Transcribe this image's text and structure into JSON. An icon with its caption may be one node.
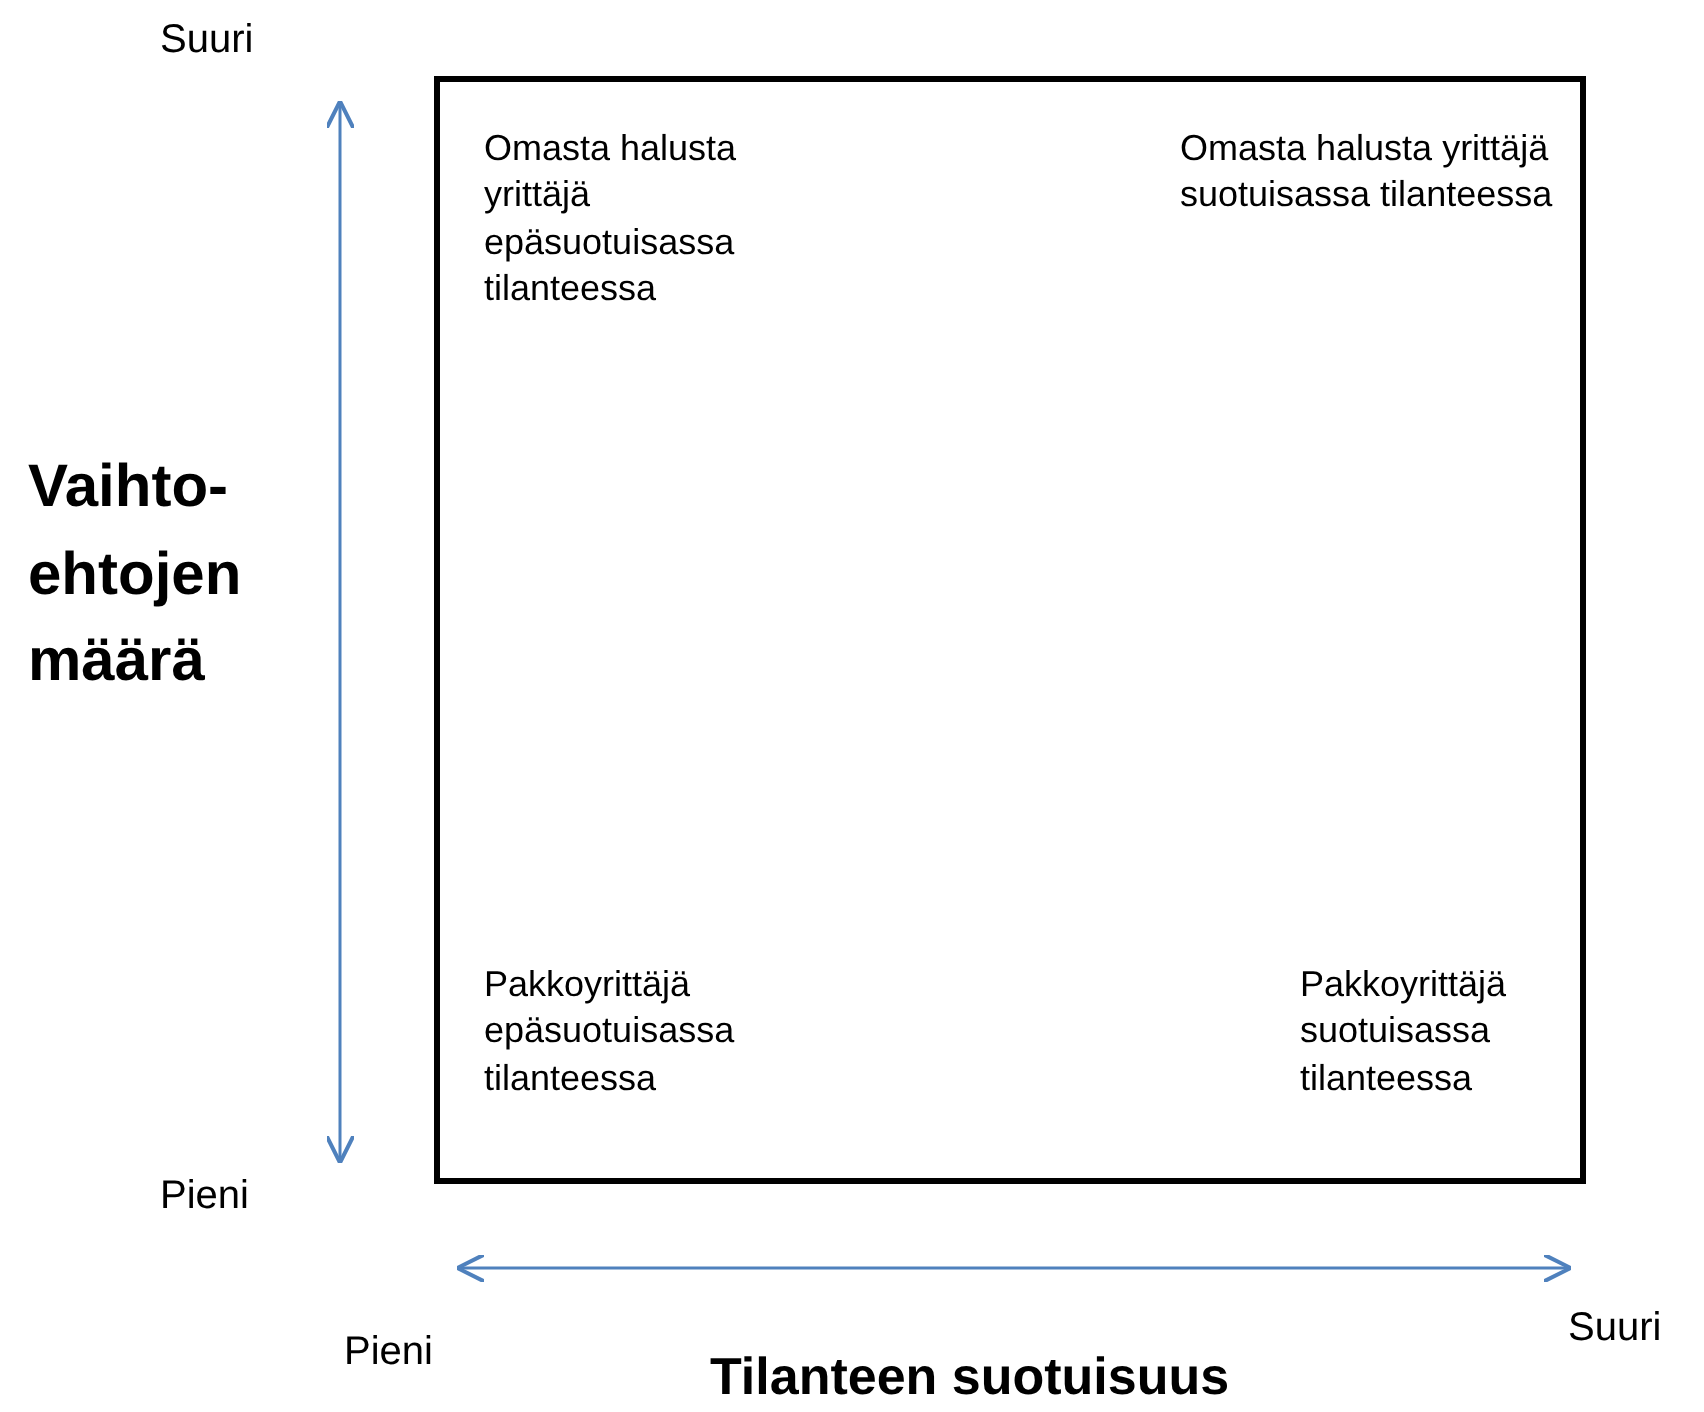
{
  "diagram": {
    "nodes": [
      {
        "text": [
          "Omasta halusta yrittäjä epäsuotuisassa tilanteessa",
          "Omasta halusta yrittäjä suotuisassa tilanteessa",
          "Pakkoyrittäjä epäsuotuisassa tilanteessa",
          "Pakkoyrittäjä suotuisassa tilanteessa"
        ]
      }
    ],
    "edges": [],
    "labels": [
      "Suuri",
      "Vaihto- ehtojen määrä",
      "Pieni",
      "Pieni",
      "Suuri",
      "Tilanteen suotuisuus"
    ]
  }
}
